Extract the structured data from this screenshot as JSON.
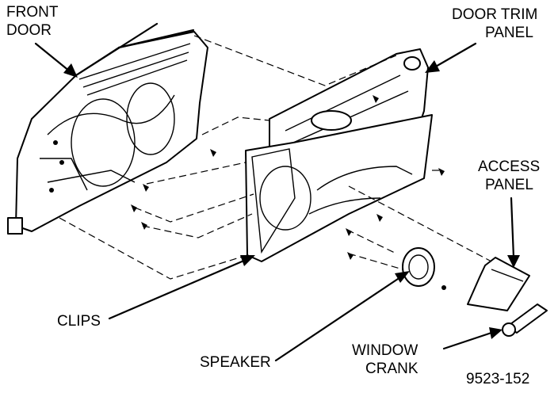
{
  "labels": {
    "front_door_line1": "FRONT",
    "front_door_line2": "DOOR",
    "door_trim_line1": "DOOR TRIM",
    "door_trim_line2": "PANEL",
    "access_line1": "ACCESS",
    "access_line2": "PANEL",
    "clips": "CLIPS",
    "speaker": "SPEAKER",
    "window_line1": "WINDOW",
    "window_line2": "CRANK",
    "figure_number": "9523-152"
  }
}
